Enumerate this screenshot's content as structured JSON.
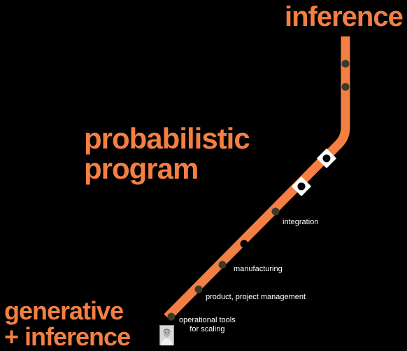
{
  "labels": {
    "top": "inference",
    "middle_line1": "probabilistic",
    "middle_line2": "program",
    "bottom_line1": "generative",
    "bottom_line2": "+ inference"
  },
  "stops": {
    "integration": "integration",
    "manufacturing": "manufacturing",
    "product": "product, project management",
    "operational_line1": "operational tools",
    "operational_line2": "for scaling"
  },
  "colors": {
    "line": "#f47f43",
    "background": "#000000",
    "stop_fill": "#3b3a2a",
    "text": "#ffffff"
  },
  "icons": {
    "avatar": "person-photo-icon"
  }
}
